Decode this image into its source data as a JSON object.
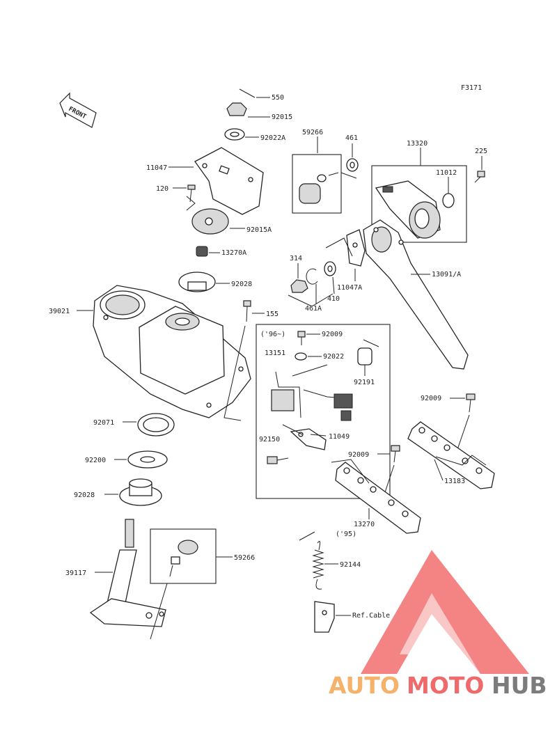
{
  "figure_code": "F3171",
  "front_label": "FRONT",
  "labels": {
    "p550": "550",
    "p92015": "92015",
    "p92022a": "92022A",
    "p11047": "11047",
    "p120": "120",
    "p92015a": "92015A",
    "p13270a": "13270A",
    "p92028_top": "92028",
    "p39021": "39021",
    "p155": "155",
    "p92071": "92071",
    "p92200": "92200",
    "p92028_bot": "92028",
    "p39117": "39117",
    "p59266_bot": "59266",
    "p59266_top": "59266",
    "p461": "461",
    "p13320": "13320",
    "p225": "225",
    "p11012": "11012",
    "p314": "314",
    "p461a": "461A",
    "p410": "410",
    "p11047a": "11047A",
    "p13091a": "13091/A",
    "p96": "('96~)",
    "p92009_a": "92009",
    "p13151": "13151",
    "p92022": "92022",
    "p92191": "92191",
    "p92150": "92150",
    "p11049": "11049",
    "p92009_b": "92009",
    "p92009_c": "92009",
    "p13183": "13183",
    "p13270": "13270",
    "p95": "('95)",
    "p92144": "92144",
    "ref_cable": "Ref.Cable"
  },
  "watermark": {
    "auto": "AUTO",
    "moto": "MOTO",
    "hub": "HUB"
  },
  "colors": {
    "line": "#222222",
    "watermark_red": "#ef6b6b",
    "watermark_orange": "#f5b26b",
    "watermark_gray": "#7c7c7c"
  }
}
